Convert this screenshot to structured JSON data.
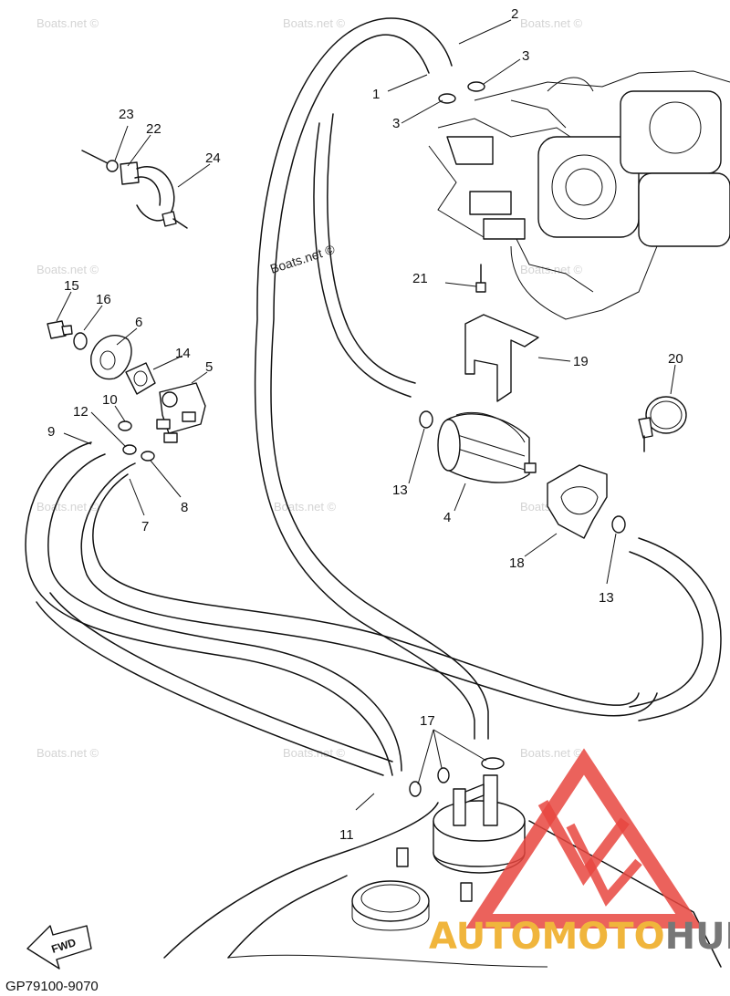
{
  "diagram": {
    "code": "GP79100-9070",
    "fwd_label": "FWD",
    "watermark": "Boats.net ©",
    "brand": {
      "part1": "AUTOMOTO",
      "part2": "HUB",
      "color_a": "#f0b53c",
      "color_b": "#777777",
      "logo_color": "#e8473f"
    },
    "callouts": {
      "c1": "1",
      "c2": "2",
      "c3a": "3",
      "c3b": "3",
      "c4": "4",
      "c5": "5",
      "c6": "6",
      "c7": "7",
      "c8": "8",
      "c9": "9",
      "c10": "10",
      "c11": "11",
      "c12": "12",
      "c13a": "13",
      "c13b": "13",
      "c14": "14",
      "c15": "15",
      "c16": "16",
      "c17": "17",
      "c18": "18",
      "c19": "19",
      "c20": "20",
      "c21": "21",
      "c22": "22",
      "c23": "23",
      "c24": "24"
    }
  }
}
